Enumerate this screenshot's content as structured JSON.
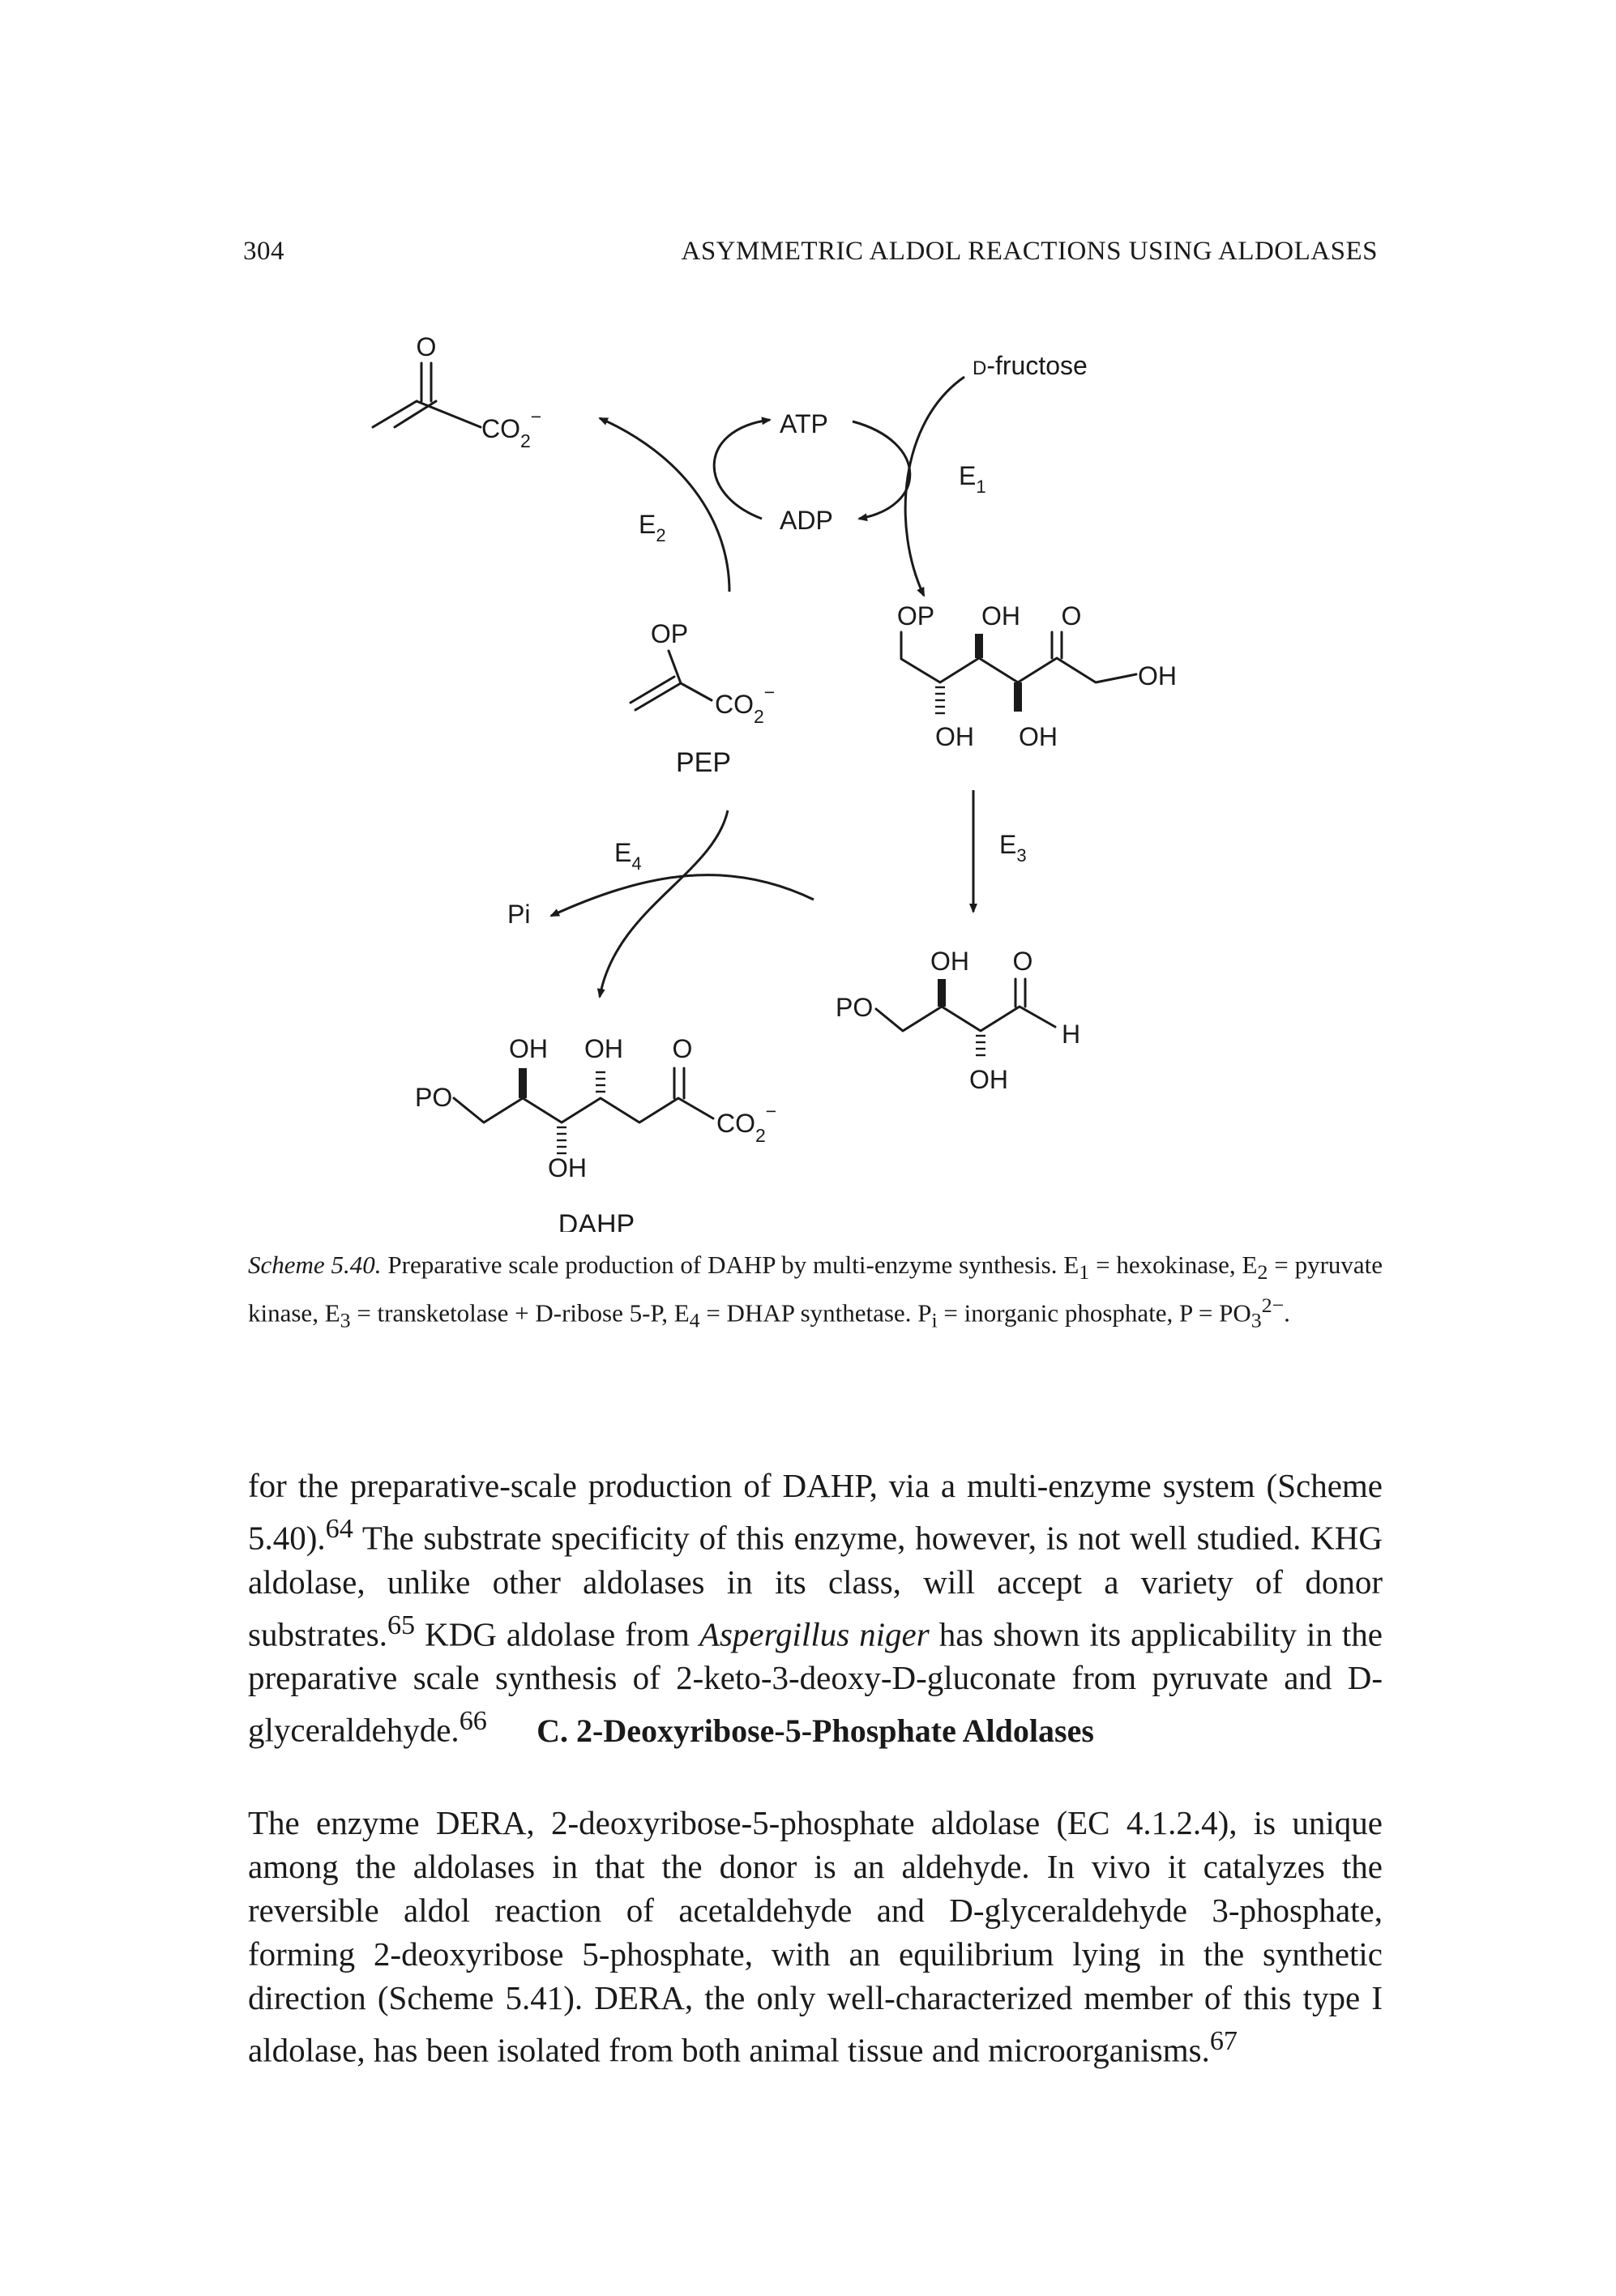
{
  "header": {
    "page_number": "304",
    "running_title": "ASYMMETRIC ALDOL REACTIONS USING ALDOLASES"
  },
  "scheme": {
    "pyruvate_carbonyl": "O",
    "pyruvate_carboxylate": "CO",
    "pyruvate_carboxylate_sub": "2",
    "pyruvate_carboxylate_sup": "−",
    "fructose_prefix": "D",
    "fructose_label": "-fructose",
    "atp": "ATP",
    "adp": "ADP",
    "e1": "E",
    "e1_sub": "1",
    "e2": "E",
    "e2_sub": "2",
    "e3": "E",
    "e3_sub": "3",
    "e4": "E",
    "e4_sub": "4",
    "pep_op": "OP",
    "pep_carboxylate": "CO",
    "pep_carboxylate_sub": "2",
    "pep_carboxylate_sup": "−",
    "pep_name": "PEP",
    "f6p_op": "OP",
    "f6p_oh_top": "OH",
    "f6p_o": "O",
    "f6p_oh_end": "OH",
    "f6p_oh_bottom1": "OH",
    "f6p_oh_bottom2": "OH",
    "e4p_oh_top": "OH",
    "e4p_o": "O",
    "e4p_po": "PO",
    "e4p_h": "H",
    "e4p_oh_bottom": "OH",
    "pi": "Pi",
    "dahp_oh1": "OH",
    "dahp_oh2": "OH",
    "dahp_o": "O",
    "dahp_po": "PO",
    "dahp_carboxylate": "CO",
    "dahp_carboxylate_sub": "2",
    "dahp_carboxylate_sup": "−",
    "dahp_oh_bottom": "OH",
    "dahp_name": "DAHP"
  },
  "caption": {
    "label": "Scheme 5.40.",
    "t1": " Preparative scale production of DAHP by multi-enzyme synthesis. E",
    "s1": "1",
    "t2": " = hexokinase, E",
    "s2": "2",
    "t3": " = pyruvate kinase, E",
    "s3": "3",
    "t4": " = transketolase + ",
    "d1": "D",
    "t5": "-ribose 5-P, E",
    "s4": "4",
    "t6": " = DHAP synthetase. P",
    "s5": "i",
    "t7": " = inorganic phosphate, P = PO",
    "s6": "3",
    "sup1": "2−",
    "t8": "."
  },
  "para1": {
    "t1": "for the preparative-scale production of DAHP, via a multi-enzyme system (Scheme 5.40).",
    "ref64": "64",
    "t2": " The substrate specificity of this enzyme, however, is not well studied. KHG aldolase, unlike other aldolases in its class, will accept a variety of donor substrates.",
    "ref65": "65",
    "t3": " KDG aldolase from ",
    "species": "Aspergillus niger",
    "t4": " has shown its applicability in the preparative scale synthesis of 2-keto-3-deoxy-",
    "d1": "D",
    "t5": "-gluconate from pyruvate and ",
    "d2": "D",
    "t6": "-glyceraldehyde.",
    "ref66": "66"
  },
  "section": {
    "heading": "C.  2-Deoxyribose-5-Phosphate Aldolases"
  },
  "para2": {
    "t1": "The enzyme DERA, 2-deoxyribose-5-phosphate aldolase (EC 4.1.2.4), is unique among the aldolases in that the donor is an aldehyde. In vivo it catalyzes the reversible aldol reaction of acetaldehyde and ",
    "d1": "D",
    "t2": "-glyceraldehyde 3-phosphate, forming 2-deoxyribose 5-phosphate, with an equilibrium lying in the synthetic direction (Scheme 5.41). DERA, the only well-characterized member of this type I aldolase, has been isolated from both animal tissue and microorganisms.",
    "ref67": "67"
  }
}
